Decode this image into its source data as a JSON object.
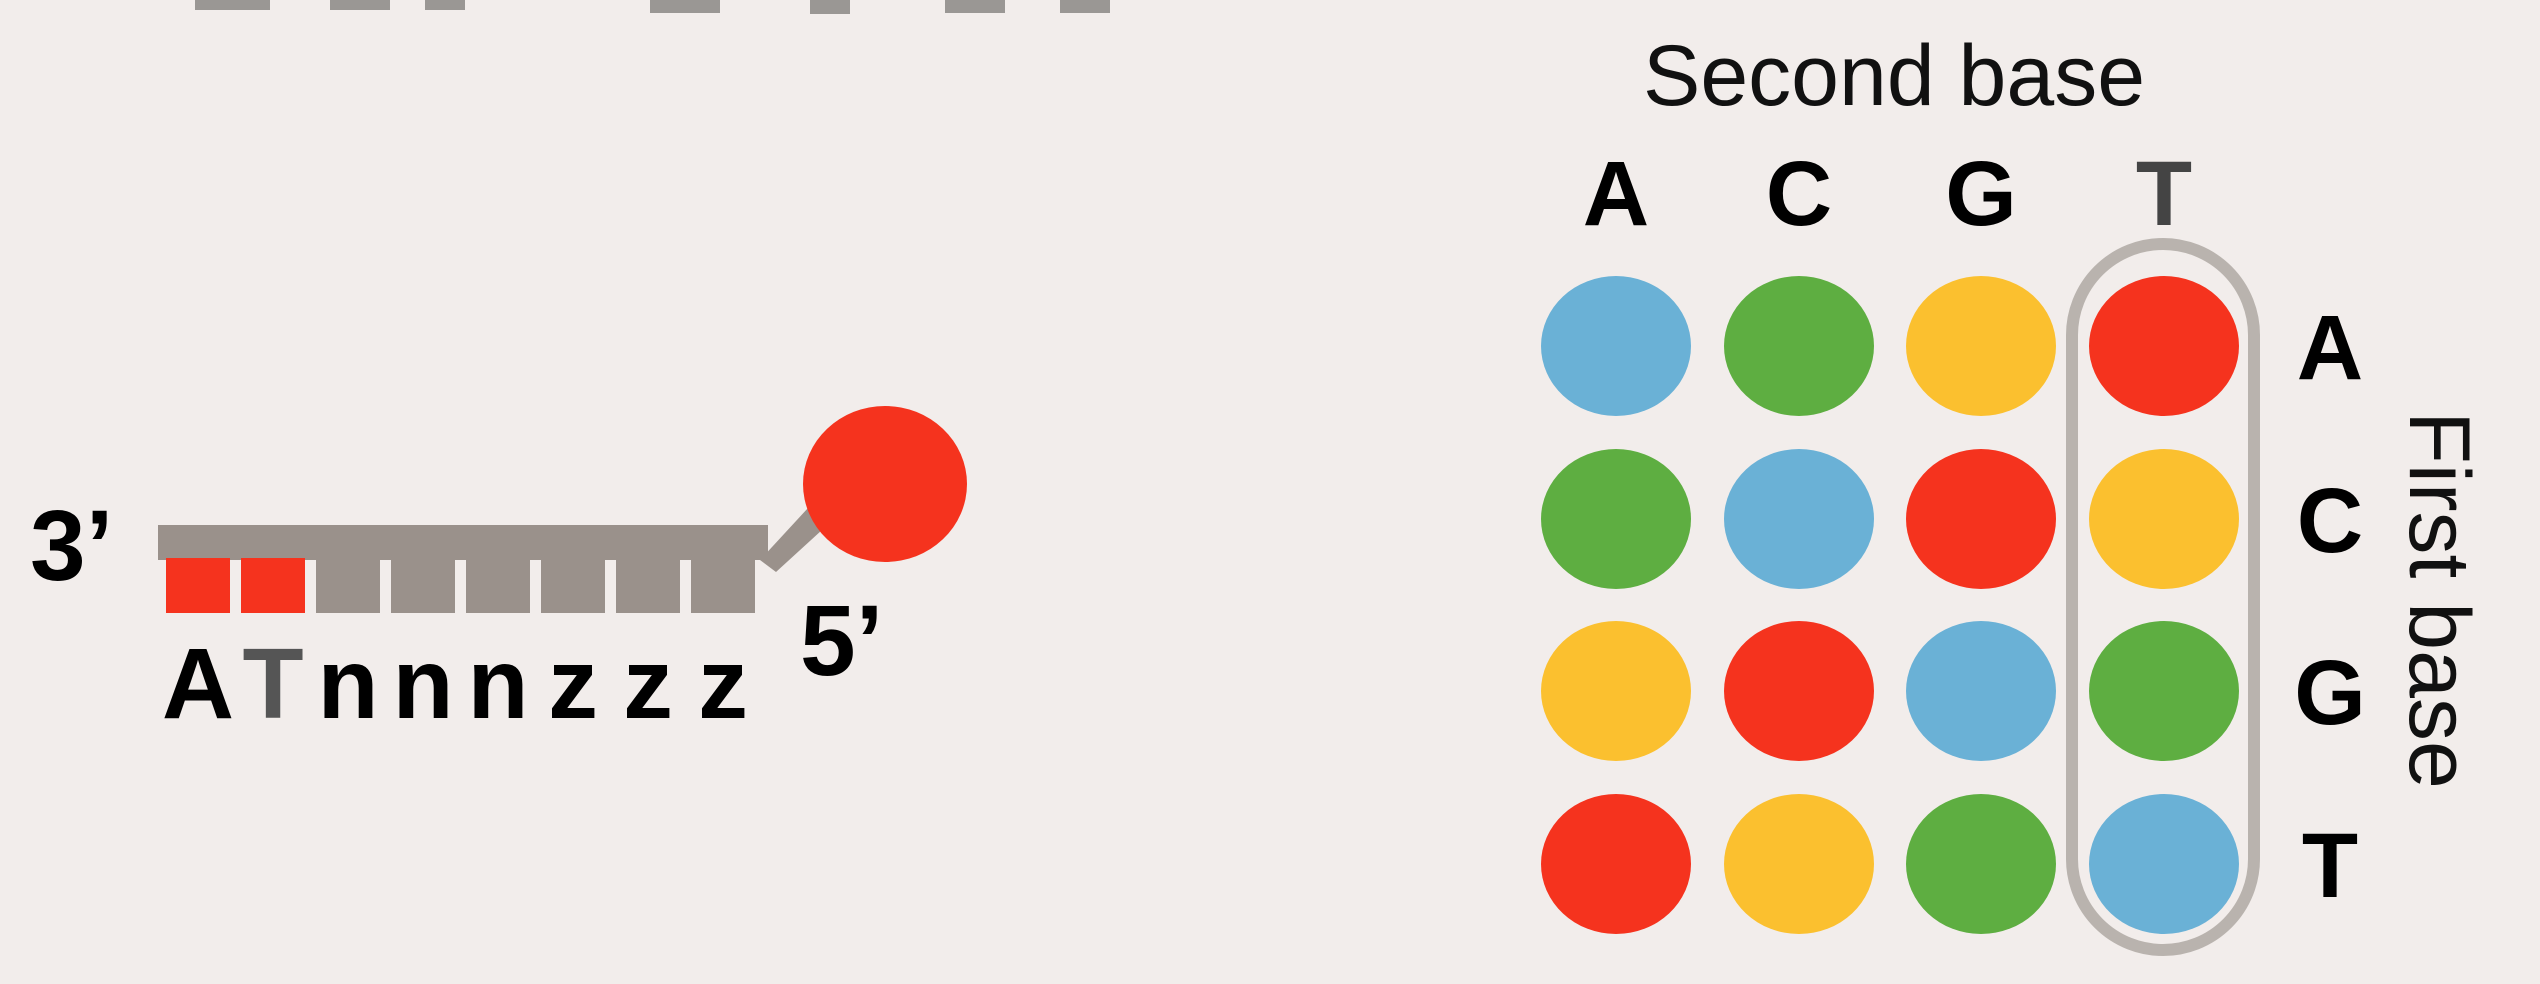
{
  "colors": {
    "background": "#f2edeb",
    "blue": "#6ab1d6",
    "green": "#5eae41",
    "yellow": "#fbc02f",
    "red": "#f5331e",
    "strand_gray": "#9a918b",
    "highlight_gray": "#b9b3ae"
  },
  "probe": {
    "three_prime_label": "3’",
    "five_prime_label": "5’",
    "fluor_color": "red",
    "bases": [
      {
        "letter": "A",
        "color": "red",
        "char_color": "#000000"
      },
      {
        "letter": "T",
        "color": "red",
        "char_color": "#555555"
      },
      {
        "letter": "n",
        "color": "strand_gray",
        "char_color": "#000000"
      },
      {
        "letter": "n",
        "color": "strand_gray",
        "char_color": "#000000"
      },
      {
        "letter": "n",
        "color": "strand_gray",
        "char_color": "#000000"
      },
      {
        "letter": "z",
        "color": "strand_gray",
        "char_color": "#000000"
      },
      {
        "letter": "z",
        "color": "strand_gray",
        "char_color": "#000000"
      },
      {
        "letter": "z",
        "color": "strand_gray",
        "char_color": "#000000"
      }
    ]
  },
  "grid": {
    "second_base_title": "Second base",
    "first_base_title": "First base",
    "columns": [
      {
        "label": "A",
        "color": "#000000"
      },
      {
        "label": "C",
        "color": "#000000"
      },
      {
        "label": "G",
        "color": "#000000"
      },
      {
        "label": "T",
        "color": "#444444"
      }
    ],
    "rows": [
      {
        "label": "A",
        "colors": [
          "blue",
          "green",
          "yellow",
          "red"
        ]
      },
      {
        "label": "C",
        "colors": [
          "green",
          "blue",
          "red",
          "yellow"
        ]
      },
      {
        "label": "G",
        "colors": [
          "yellow",
          "red",
          "blue",
          "green"
        ]
      },
      {
        "label": "T",
        "colors": [
          "red",
          "yellow",
          "green",
          "blue"
        ]
      }
    ],
    "highlighted_column": 3
  }
}
